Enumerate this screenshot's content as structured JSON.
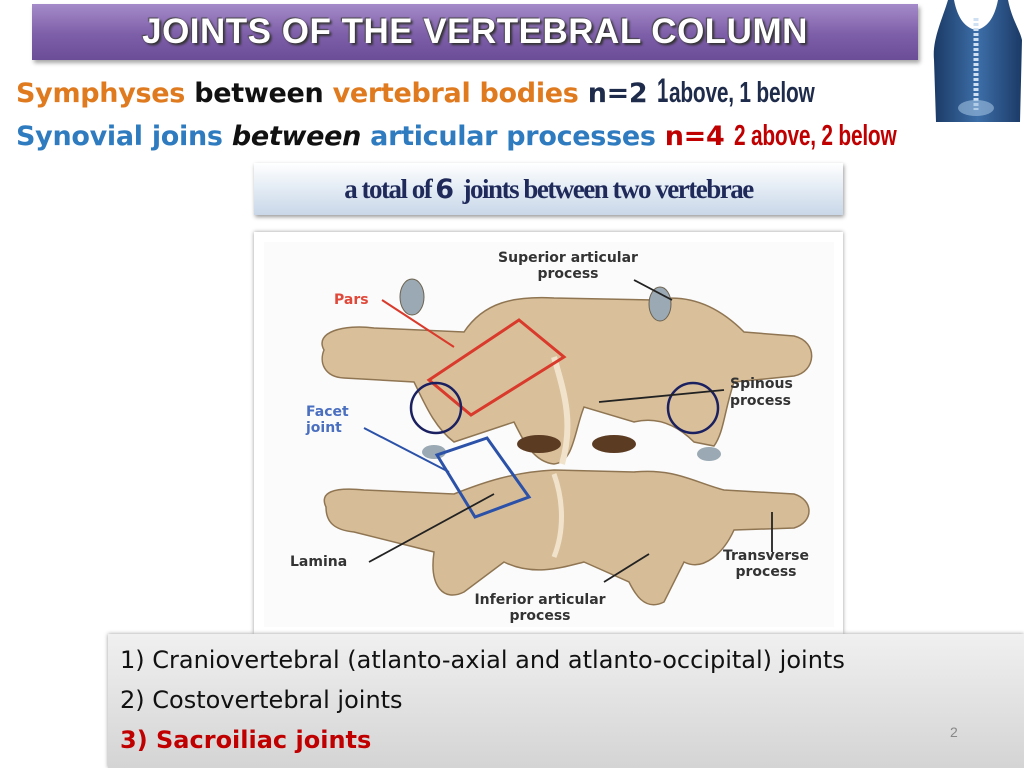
{
  "title": "JOINTS OF THE VERTEBRAL COLUMN",
  "line1": {
    "a": "Symphyses",
    "b": "between",
    "c": "vertebral bodies",
    "d": "n=2",
    "e_num": "1",
    "e_rest": "above, 1 below"
  },
  "line2": {
    "a": "Synovial joins",
    "b": "between",
    "c": "articular processes",
    "d": "n=4",
    "e": "2 above, 2 below"
  },
  "total": {
    "pre": "a total of",
    "num": "6",
    "post": "joints between two vertebrae"
  },
  "figure": {
    "labels": {
      "superior_1": "Superior articular",
      "superior_2": "process",
      "pars": "Pars",
      "facet_1": "Facet",
      "facet_2": "joint",
      "spinous_1": "Spinous",
      "spinous_2": "process",
      "lamina": "Lamina",
      "transverse_1": "Transverse",
      "transverse_2": "process",
      "inferior_1": "Inferior articular",
      "inferior_2": "process"
    }
  },
  "list": [
    "1) Craniovertebral (atlanto-axial and atlanto-occipital) joints",
    "2) Costovertebral joints",
    "3) Sacroiliac joints"
  ],
  "page_number": "2",
  "colors": {
    "title_bg": "#7d5ea8",
    "orange": "#e07a1f",
    "blue": "#2f7bbf",
    "red": "#c00000",
    "navy": "#1e2b4a"
  }
}
